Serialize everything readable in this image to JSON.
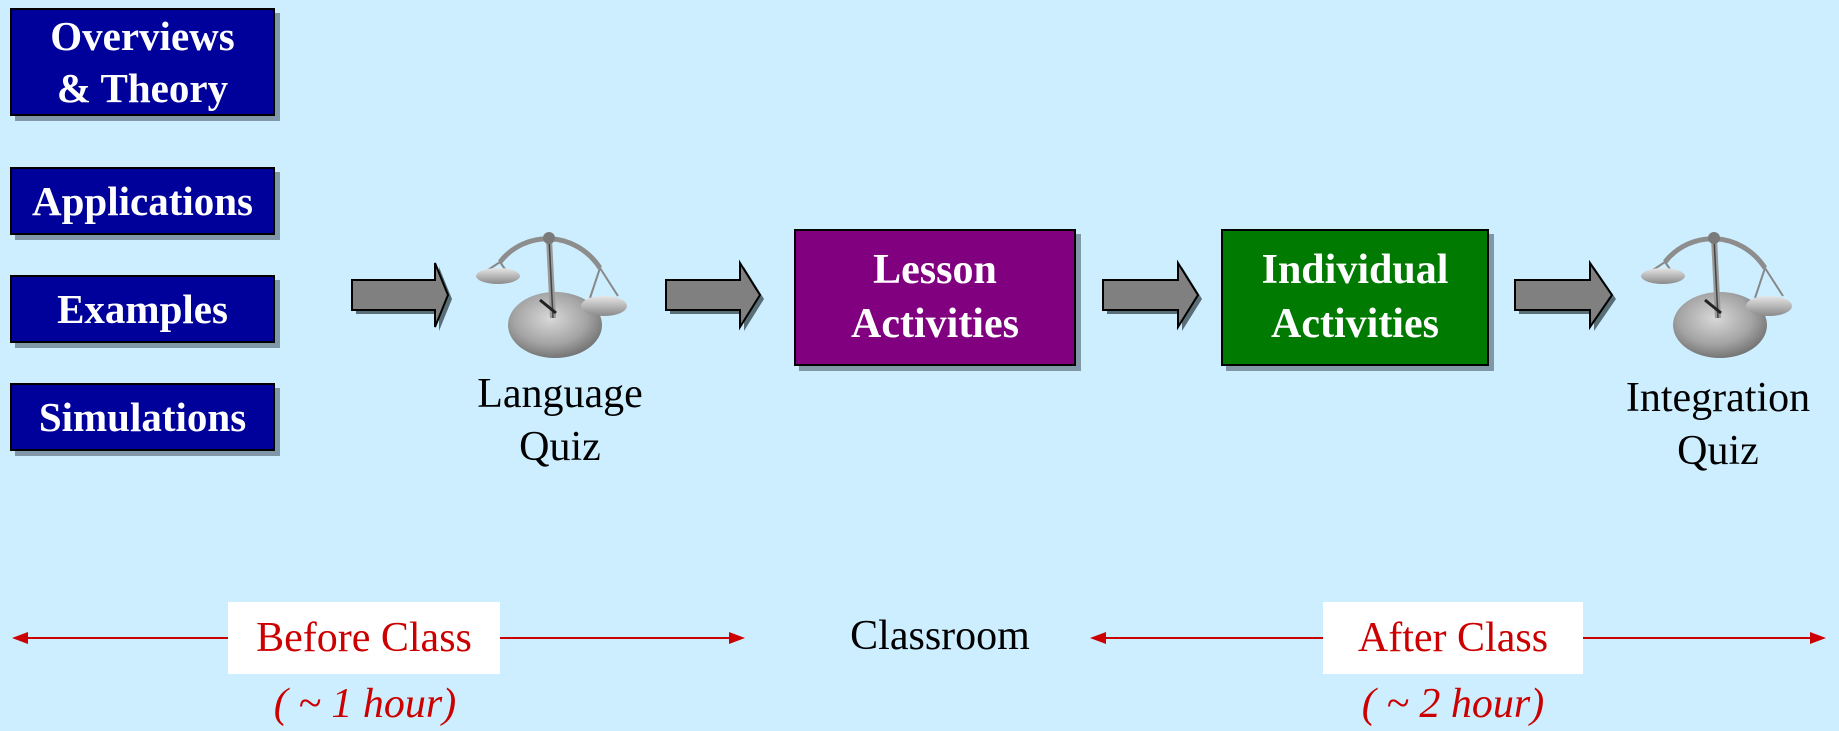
{
  "resources": {
    "overviews": "Overviews\n& Theory",
    "applications": "Applications",
    "examples": "Examples",
    "simulations": "Simulations"
  },
  "flow": {
    "language_quiz": "Language\nQuiz",
    "lesson_activities": "Lesson\nActivities",
    "individual_activities": "Individual\nActivities",
    "integration_quiz": "Integration\nQuiz"
  },
  "timeline": {
    "before_class": "Before Class",
    "before_duration": "( ~ 1 hour)",
    "classroom": "Classroom",
    "after_class": "After Class",
    "after_duration": "( ~ 2 hour)"
  },
  "colors": {
    "background": "#cdeeff",
    "resource_box": "#00009a",
    "lesson_box": "#800080",
    "individual_box": "#007a00",
    "timeline": "#cc0000",
    "arrow_fill": "#808080"
  },
  "icons": {
    "quiz": "balance-scale-icon"
  }
}
